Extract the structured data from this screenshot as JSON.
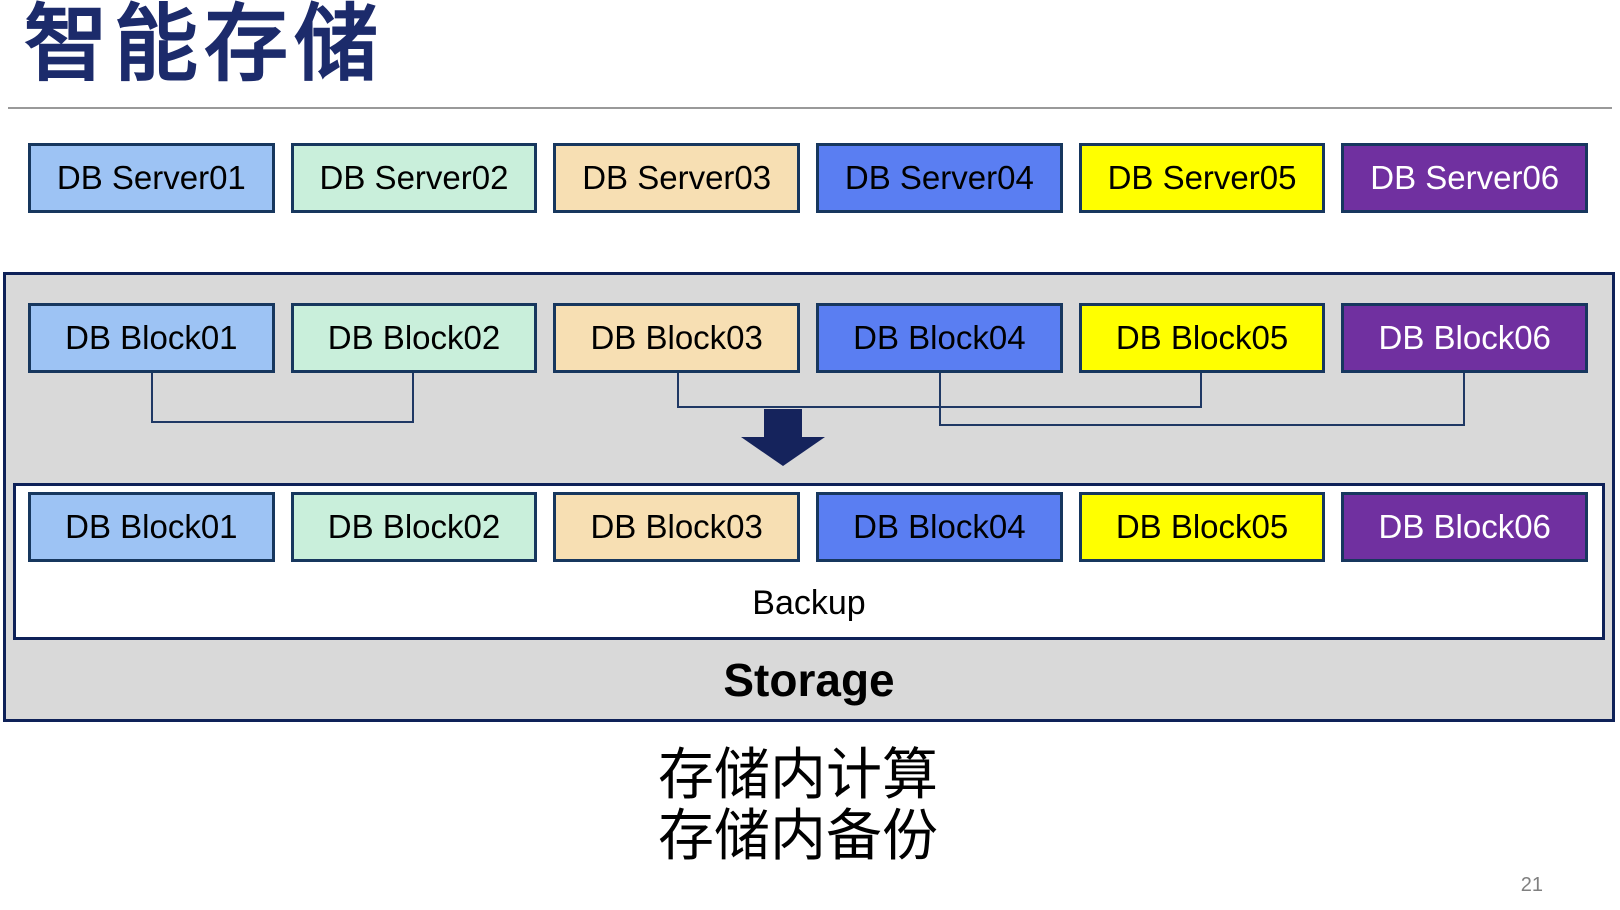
{
  "title": "智能存储",
  "page_number": "21",
  "colors": {
    "title": "#1C2B6B",
    "box_border": "#17375E",
    "container_border": "#0E2158",
    "container_fill": "#D9D9D9",
    "connector": "#1F3864",
    "arrow": "#15235C",
    "divider": "#999999",
    "page_number": "#808080"
  },
  "servers": [
    {
      "label": "DB Server01",
      "fill": "#9DC3F4",
      "text_color": "#000000"
    },
    {
      "label": "DB Server02",
      "fill": "#C9EFDB",
      "text_color": "#000000"
    },
    {
      "label": "DB Server03",
      "fill": "#F7DFB3",
      "text_color": "#000000"
    },
    {
      "label": "DB Server04",
      "fill": "#5A7EF2",
      "text_color": "#000000"
    },
    {
      "label": "DB Server05",
      "fill": "#FFFF00",
      "text_color": "#000000"
    },
    {
      "label": "DB Server06",
      "fill": "#7030A0",
      "text_color": "#FFFFFF"
    }
  ],
  "storage": {
    "blocks_top": [
      {
        "label": "DB Block01",
        "fill": "#9DC3F4",
        "text_color": "#000000"
      },
      {
        "label": "DB Block02",
        "fill": "#C9EFDB",
        "text_color": "#000000"
      },
      {
        "label": "DB Block03",
        "fill": "#F7DFB3",
        "text_color": "#000000"
      },
      {
        "label": "DB Block04",
        "fill": "#5A7EF2",
        "text_color": "#000000"
      },
      {
        "label": "DB Block05",
        "fill": "#FFFF00",
        "text_color": "#000000"
      },
      {
        "label": "DB Block06",
        "fill": "#7030A0",
        "text_color": "#FFFFFF"
      }
    ],
    "blocks_bottom": [
      {
        "label": "DB Block01",
        "fill": "#9DC3F4",
        "text_color": "#000000"
      },
      {
        "label": "DB Block02",
        "fill": "#C9EFDB",
        "text_color": "#000000"
      },
      {
        "label": "DB Block03",
        "fill": "#F7DFB3",
        "text_color": "#000000"
      },
      {
        "label": "DB Block04",
        "fill": "#5A7EF2",
        "text_color": "#000000"
      },
      {
        "label": "DB Block05",
        "fill": "#FFFF00",
        "text_color": "#000000"
      },
      {
        "label": "DB Block06",
        "fill": "#7030A0",
        "text_color": "#FFFFFF"
      }
    ],
    "backup_label": "Backup",
    "storage_label": "Storage",
    "block_pairs": [
      "Block01-Block02",
      "Block03-Block05",
      "Block04-Block06"
    ]
  },
  "captions": [
    "存储内计算",
    "存储内备份"
  ]
}
